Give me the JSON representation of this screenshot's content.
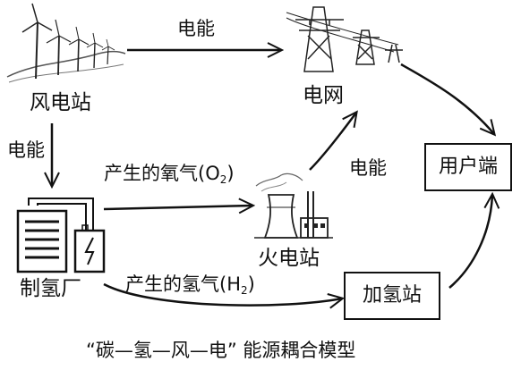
{
  "nodes": {
    "wind_station": "风电站",
    "grid": "电网",
    "user_end": "用户端",
    "hydrogen_plant": "制氢厂",
    "thermal_plant": "火电站",
    "hydrogen_station": "加氢站"
  },
  "arrows": {
    "wind_to_grid": "电能",
    "wind_to_plant": "电能",
    "thermal_to_grid": "电能",
    "oxygen_flow": {
      "prefix": "产生的氧气(",
      "symbol": "O",
      "subscript": "2",
      "suffix": ")"
    },
    "hydrogen_flow": {
      "prefix": "产生的氢气(",
      "symbol": "H",
      "subscript": "2",
      "suffix": ")"
    }
  },
  "caption": "“碳—氢—风—电” 能源耦合模型"
}
